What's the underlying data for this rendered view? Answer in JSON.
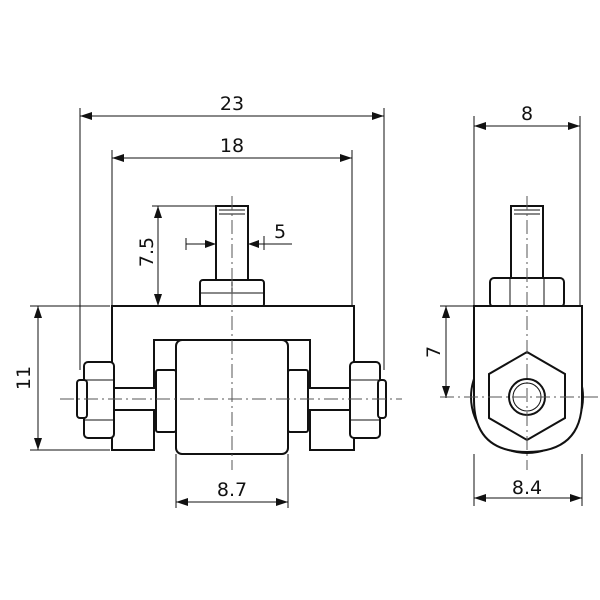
{
  "dimensions": {
    "overall_width": "23",
    "inner_width": "18",
    "stud_height": "7.5",
    "stud_diameter": "5",
    "total_height": "11",
    "roller_width": "8.7",
    "side_width": "8",
    "side_height": "7",
    "roller_diameter": "8.4"
  }
}
